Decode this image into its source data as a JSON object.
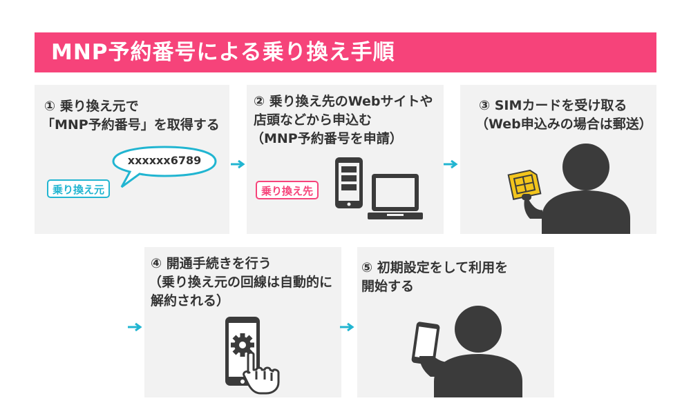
{
  "title": "MNP予約番号による乗り換え手順",
  "steps": [
    {
      "lines": [
        "① 乗り換え元で",
        "「MNP予約番号」を取得する"
      ],
      "badge": "乗り換え元",
      "bubble": "xxxxxx6789"
    },
    {
      "lines": [
        "② 乗り換え先のWebサイトや",
        "店頭などから申込む",
        "（MNP予約番号を申請）"
      ],
      "badge": "乗り換え先"
    },
    {
      "lines": [
        "③ SIMカードを受け取る",
        "（Web申込みの場合は郵送）"
      ]
    },
    {
      "lines": [
        "④ 開通手続きを行う",
        "（乗り換え元の回線は自動的に",
        "解約される）"
      ]
    },
    {
      "lines": [
        "⑤ 初期設定をして利用を",
        "開始する"
      ]
    }
  ],
  "colors": {
    "accent_pink": "#f6437a",
    "accent_cyan": "#21b5d1",
    "card_bg": "#f2f2f2",
    "icon_dark": "#3b3b3b",
    "sim_gold": "#f3c51c"
  },
  "icons": [
    "speech-bubble-icon",
    "smartphone-icon",
    "laptop-icon",
    "person-icon",
    "sim-card-icon",
    "gear-icon",
    "pointing-hand-icon",
    "arrow-right-icon"
  ]
}
